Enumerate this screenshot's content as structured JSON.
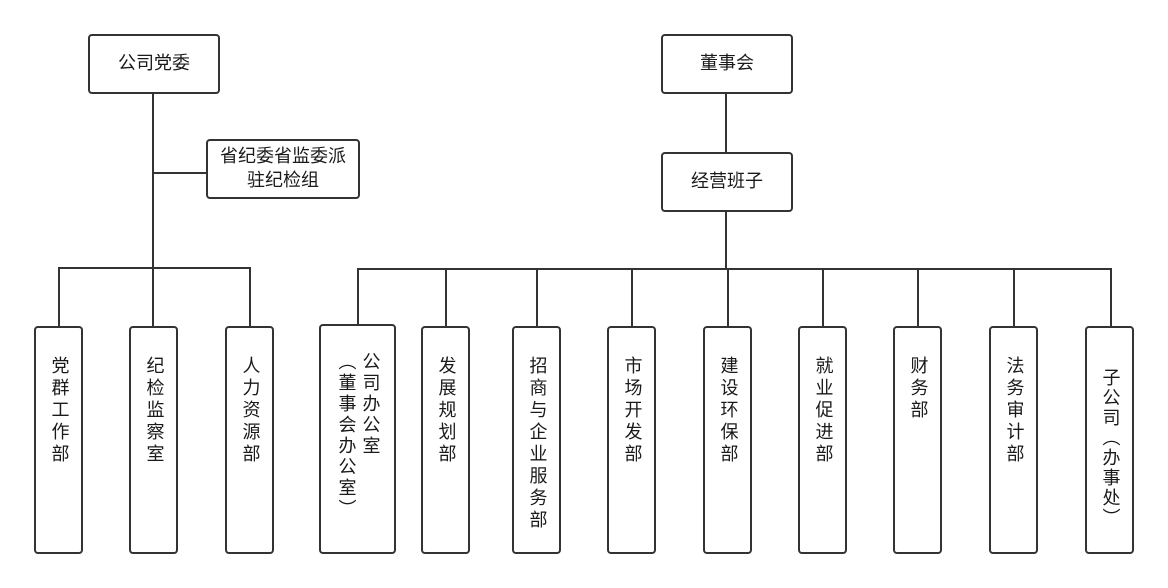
{
  "party_committee": {
    "label": "公司党委"
  },
  "inspection_group": {
    "label": "省纪委省监委派\n驻纪检组"
  },
  "board": {
    "label": "董事会"
  },
  "management": {
    "label": "经营班子"
  },
  "party_departments": [
    {
      "label": "党群工作部"
    },
    {
      "label": "纪检监察室"
    },
    {
      "label": "人力资源部"
    }
  ],
  "business_departments": [
    {
      "label": "公司办公室\n（董事会办公室）"
    },
    {
      "label": "发展规划部"
    },
    {
      "label": "招商与企业服务部"
    },
    {
      "label": "市场开发部"
    },
    {
      "label": "建设环保部"
    },
    {
      "label": "就业促进部"
    },
    {
      "label": "财务部"
    },
    {
      "label": "法务审计部"
    },
    {
      "label": "子公司（办事处）"
    }
  ],
  "colors": {
    "line": "#333333",
    "box_border": "#333333",
    "text": "#1a1a1a",
    "background": "#ffffff"
  }
}
